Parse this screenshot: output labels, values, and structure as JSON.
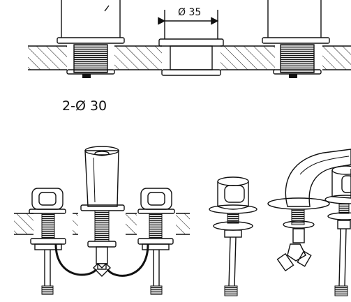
{
  "diagram": {
    "dimension_spout_hole": "Ø 35",
    "dimension_handle_holes": "2-Ø 30",
    "sections": [
      {
        "id": "mounting-holes-section",
        "items": [
          "left-handle-hole",
          "spout-hole",
          "right-handle-hole"
        ]
      },
      {
        "id": "installed-faucet-assembly",
        "items": [
          "left-handle-valve",
          "spout",
          "right-handle-valve",
          "hoses",
          "tee-connector"
        ]
      },
      {
        "id": "exploded-faucet-parts",
        "items": [
          "handle-valve",
          "spout-with-tee",
          "handle-valve-partial"
        ]
      }
    ]
  },
  "colors": {
    "line": "#111111",
    "background": "#ffffff"
  }
}
